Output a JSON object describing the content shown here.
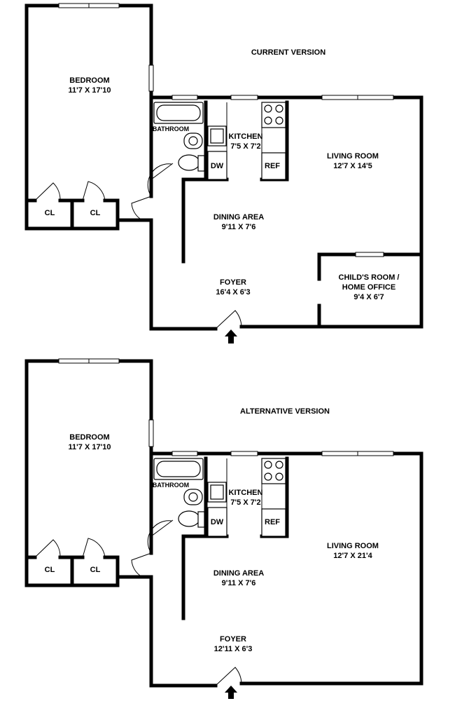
{
  "plans": [
    {
      "heading": "CURRENT VERSION",
      "rooms": {
        "bedroom": {
          "name": "BEDROOM",
          "dim": "11'7 X 17'10"
        },
        "closet1": {
          "name": "CL"
        },
        "closet2": {
          "name": "CL"
        },
        "bathroom": {
          "name": "BATHROOM"
        },
        "kitchen": {
          "name": "KITCHEN",
          "dim": "7'5 X 7'2"
        },
        "dishwasher": {
          "name": "DW"
        },
        "refrigerator": {
          "name": "REF"
        },
        "living": {
          "name": "LIVING ROOM",
          "dim": "12'7 X 14'5"
        },
        "dining": {
          "name": "DINING AREA",
          "dim": "9'11 X 7'6"
        },
        "foyer": {
          "name": "FOYER",
          "dim": "16'4 X 6'3"
        },
        "childroom": {
          "name_line1": "CHILD'S ROOM /",
          "name_line2": "HOME OFFICE",
          "dim": "9'4 X 6'7"
        }
      }
    },
    {
      "heading": "ALTERNATIVE VERSION",
      "rooms": {
        "bedroom": {
          "name": "BEDROOM",
          "dim": "11'7 X 17'10"
        },
        "closet1": {
          "name": "CL"
        },
        "closet2": {
          "name": "CL"
        },
        "bathroom": {
          "name": "BATHROOM"
        },
        "kitchen": {
          "name": "KITCHEN",
          "dim": "7'5 X 7'2"
        },
        "dishwasher": {
          "name": "DW"
        },
        "refrigerator": {
          "name": "REF"
        },
        "living": {
          "name": "LIVING ROOM",
          "dim": "12'7 X 21'4"
        },
        "dining": {
          "name": "DINING AREA",
          "dim": "9'11 X 7'6"
        },
        "foyer": {
          "name": "FOYER",
          "dim": "12'11 X 6'3"
        }
      }
    }
  ]
}
